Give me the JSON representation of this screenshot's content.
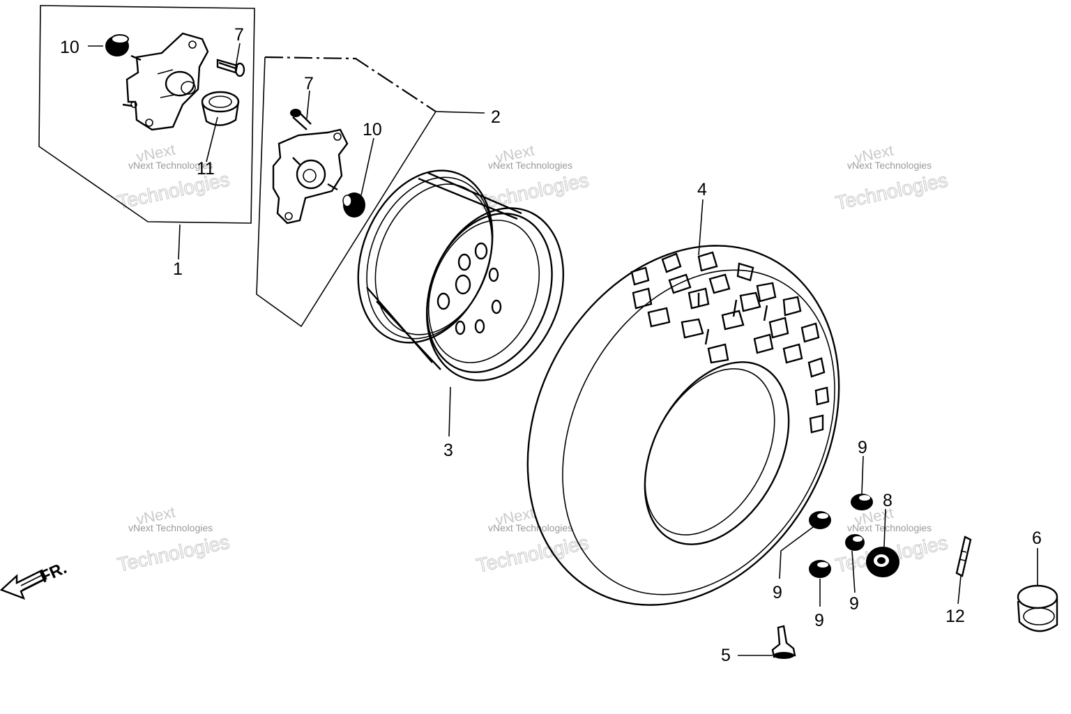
{
  "callouts": {
    "c1": "1",
    "c2": "2",
    "c3": "3",
    "c4": "4",
    "c5": "5",
    "c6": "6",
    "c7a": "7",
    "c7b": "7",
    "c8": "8",
    "c9a": "9",
    "c9b": "9",
    "c9c": "9",
    "c9d": "9",
    "c10a": "10",
    "c10b": "10",
    "c11": "11",
    "c12": "12"
  },
  "direction_marker": {
    "label": "FR."
  },
  "watermark": {
    "line1": "vNext",
    "line2": "vNext Technologies",
    "line3": "Technologies"
  }
}
